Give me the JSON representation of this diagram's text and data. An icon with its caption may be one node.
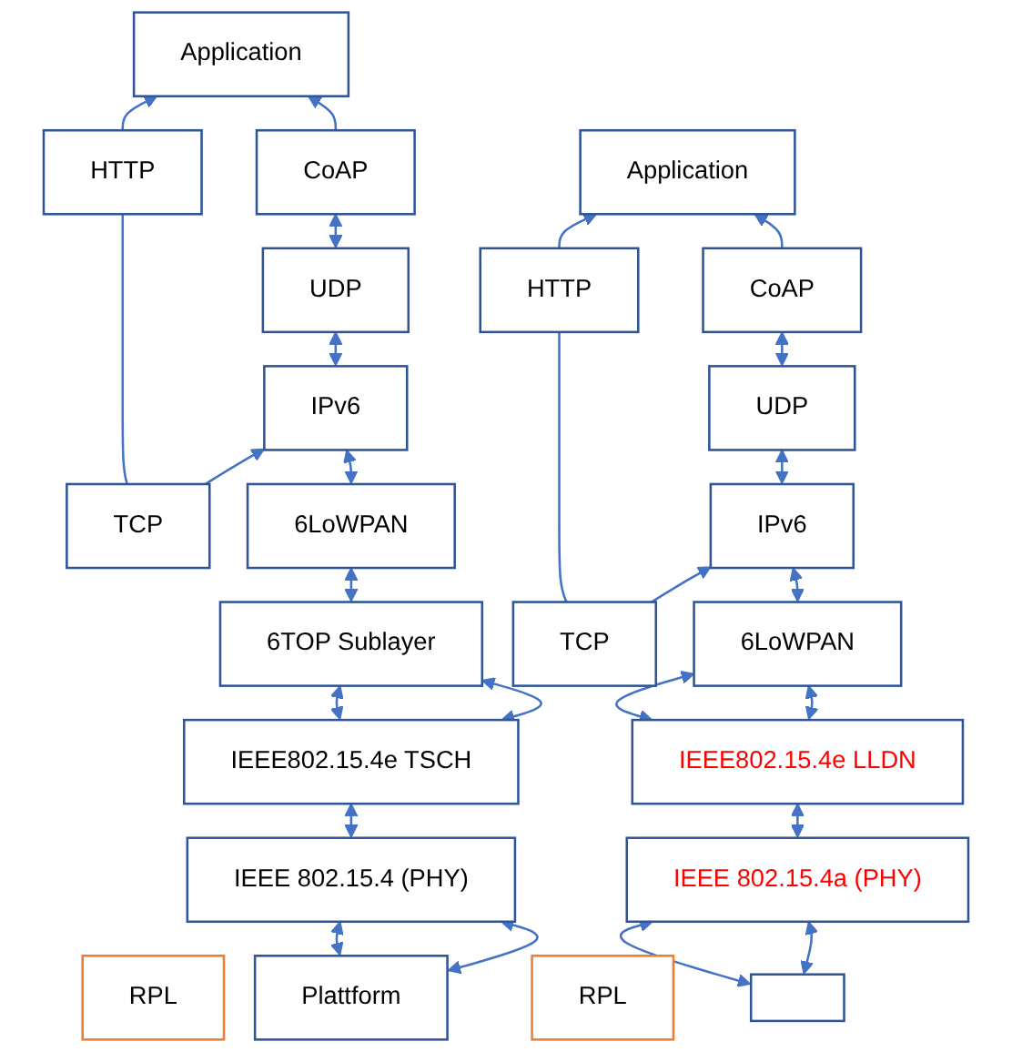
{
  "diagram": {
    "nodes": [
      {
        "text": [
          "Application"
        ]
      },
      {
        "text": [
          "CoAP"
        ]
      },
      {
        "text": [
          "HTTP"
        ]
      },
      {
        "text": [
          "UDP"
        ]
      },
      {
        "text": [
          "TCP"
        ]
      },
      {
        "text": [
          "IPv6"
        ]
      },
      {
        "text": [
          "RPL"
        ]
      },
      {
        "text": [
          "6LoWPAN"
        ]
      },
      {
        "text": [
          "6TOP Sublayer"
        ]
      },
      {
        "text": [
          "IEEE802.15.4e TSCH"
        ]
      },
      {
        "text": [
          "IEEE 802.15.4 (PHY)"
        ]
      },
      {
        "text": [
          "Plattform"
        ]
      },
      {
        "text": [
          "Application"
        ]
      },
      {
        "text": [
          "CoAP"
        ]
      },
      {
        "text": [
          "HTTP"
        ]
      },
      {
        "text": [
          "UDP"
        ]
      },
      {
        "text": [
          "TCP"
        ]
      },
      {
        "text": [
          "IPv6"
        ]
      },
      {
        "text": [
          "RPL"
        ]
      },
      {
        "text": [
          "6LoWPAN"
        ]
      },
      {
        "text": [
          "IEEE802.15.4e LLDN"
        ]
      },
      {
        "text": [
          "IEEE 802.15.4a (PHY)"
        ]
      },
      {
        "text": [],
        "shape": "box"
      }
    ],
    "edges": [
      {
        "from": 1,
        "to": 0,
        "arrow": "to"
      },
      {
        "from": 2,
        "to": 0,
        "arrow": "to"
      },
      {
        "from": 3,
        "to": 1,
        "arrow": "both"
      },
      {
        "from": 4,
        "to": 2,
        "arrow": "none"
      },
      {
        "from": 5,
        "to": 3,
        "arrow": "both"
      },
      {
        "from": 4,
        "to": 5,
        "arrow": "to"
      },
      {
        "from": 7,
        "to": 5,
        "arrow": "both"
      },
      {
        "from": 8,
        "to": 7,
        "arrow": "both"
      },
      {
        "from": 9,
        "to": 8,
        "arrow": "both"
      },
      {
        "from": 9,
        "to": 8,
        "arrow": "both"
      },
      {
        "from": 10,
        "to": 9,
        "arrow": "both"
      },
      {
        "from": 11,
        "to": 10,
        "arrow": "both"
      },
      {
        "from": 11,
        "to": 10,
        "arrow": "both"
      },
      {
        "from": 13,
        "to": 12,
        "arrow": "to"
      },
      {
        "from": 14,
        "to": 12,
        "arrow": "to"
      },
      {
        "from": 15,
        "to": 13,
        "arrow": "both"
      },
      {
        "from": 16,
        "to": 14,
        "arrow": "none"
      },
      {
        "from": 17,
        "to": 15,
        "arrow": "both"
      },
      {
        "from": 16,
        "to": 17,
        "arrow": "to"
      },
      {
        "from": 19,
        "to": 17,
        "arrow": "both"
      },
      {
        "from": 20,
        "to": 19,
        "arrow": "both"
      },
      {
        "from": 20,
        "to": 19,
        "arrow": "both"
      },
      {
        "from": 21,
        "to": 20,
        "arrow": "both"
      },
      {
        "from": 22,
        "to": 21,
        "arrow": "both"
      },
      {
        "from": 22,
        "to": 21,
        "arrow": "both"
      }
    ]
  }
}
